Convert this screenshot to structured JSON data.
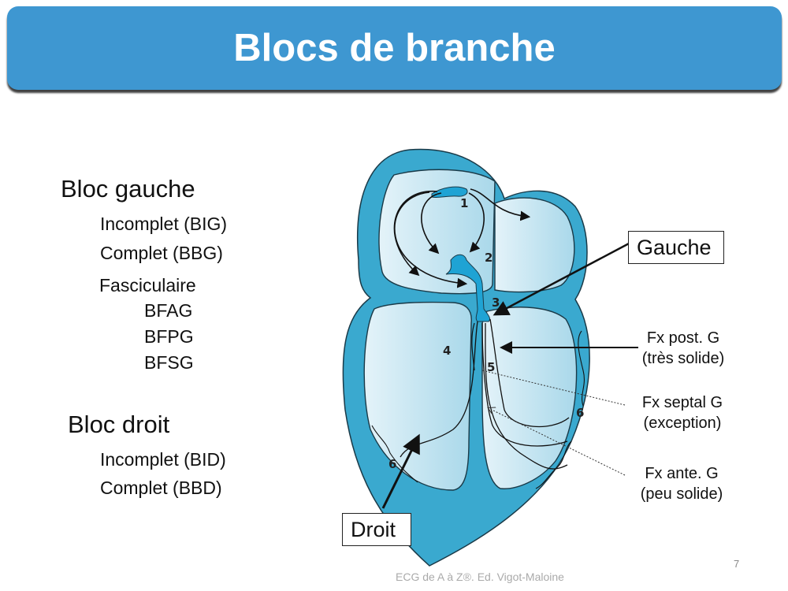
{
  "slide": {
    "title": "Blocs de branche",
    "page_number": "7",
    "footer": "ECG de A à Z®. Ed. Vigot-Maloine"
  },
  "left_list": {
    "bloc_gauche": {
      "heading": "Bloc gauche",
      "items": [
        "Incomplet (BIG)",
        "Complet (BBG)"
      ],
      "fasciculaire": {
        "heading": "Fasciculaire",
        "items": [
          "BFAG",
          "BFPG",
          "BFSG"
        ]
      }
    },
    "bloc_droit": {
      "heading": "Bloc droit",
      "items": [
        "Incomplet (BID)",
        "Complet (BBD)"
      ]
    }
  },
  "diagram": {
    "callouts": {
      "gauche": "Gauche",
      "droit": "Droit"
    },
    "labels": [
      {
        "line1": "Fx post. G",
        "line2": "(très solide)"
      },
      {
        "line1": "Fx septal G",
        "line2": "(exception)"
      },
      {
        "line1": "Fx ante. G",
        "line2": "(peu solide)"
      }
    ],
    "numbers": [
      "1",
      "2",
      "3",
      "4",
      "5",
      "6",
      "6"
    ],
    "colors": {
      "wall": "#3aa9cf",
      "chamber": "#bfe2ef",
      "outline": "#1a3a48",
      "title_bar": "#3e97d1"
    }
  }
}
